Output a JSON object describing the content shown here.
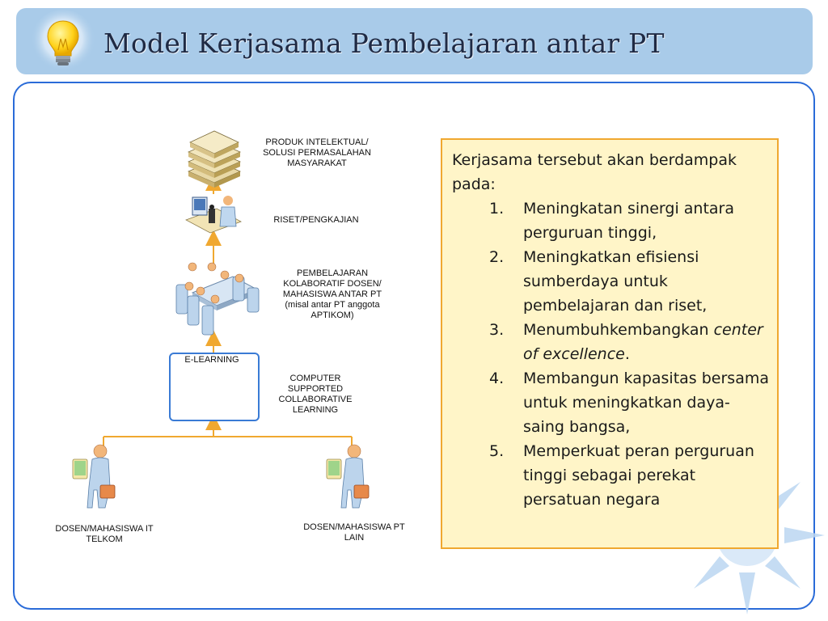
{
  "header": {
    "title": "Model Kerjasama Pembelajaran antar PT",
    "icon": "lightbulb-icon"
  },
  "diagram": {
    "nodes": {
      "produk": {
        "label": "PRODUK INTELEKTUAL/ SOLUSI PERMASALAHAN MASYARAKAT",
        "icon": "books-stack-icon"
      },
      "riset": {
        "label": "RISET/PENGKAJIAN",
        "icon": "researcher-microscope-icon"
      },
      "pembelajaran": {
        "label": "PEMBELAJARAN KOLABORATIF DOSEN/ MAHASISWA ANTAR PT (misal antar PT anggota APTIKOM)",
        "icon": "meeting-table-icon"
      },
      "elearning": {
        "label": "E-LEARNING",
        "icon": "globes-icon"
      },
      "cscl": {
        "label": "COMPUTER SUPPORTED COLLABORATIVE LEARNING"
      },
      "dosen_telkom": {
        "label": "DOSEN/MAHASISWA IT TELKOM",
        "icon": "person-briefcase-icon"
      },
      "dosen_lain": {
        "label": "DOSEN/MAHASISWA PT LAIN",
        "icon": "person-briefcase-icon"
      }
    },
    "connector_color": "#f0a830"
  },
  "impact": {
    "intro": "Kerjasama tersebut akan berdampak pada:",
    "items": [
      {
        "num": "1.",
        "text": "Meningkatan sinergi antara perguruan tinggi,"
      },
      {
        "num": "2.",
        "text": "Meningkatkan efisiensi sumberdaya untuk pembelajaran dan riset,"
      },
      {
        "num": "3.",
        "text_before": "Menumbuhkembangkan",
        "text_em": "center of excellence",
        "text_after": "."
      },
      {
        "num": "4.",
        "text": "Membangun kapasitas bersama untuk meningkatkan daya-saing bangsa,"
      },
      {
        "num": "5.",
        "text": "Memperkuat peran perguruan tinggi sebagai perekat persatuan negara"
      }
    ]
  },
  "colors": {
    "title_bar": "#a9cbe9",
    "frame_border": "#2a6bd8",
    "textbox_bg": "#fff5c8",
    "textbox_border": "#f0a830"
  }
}
